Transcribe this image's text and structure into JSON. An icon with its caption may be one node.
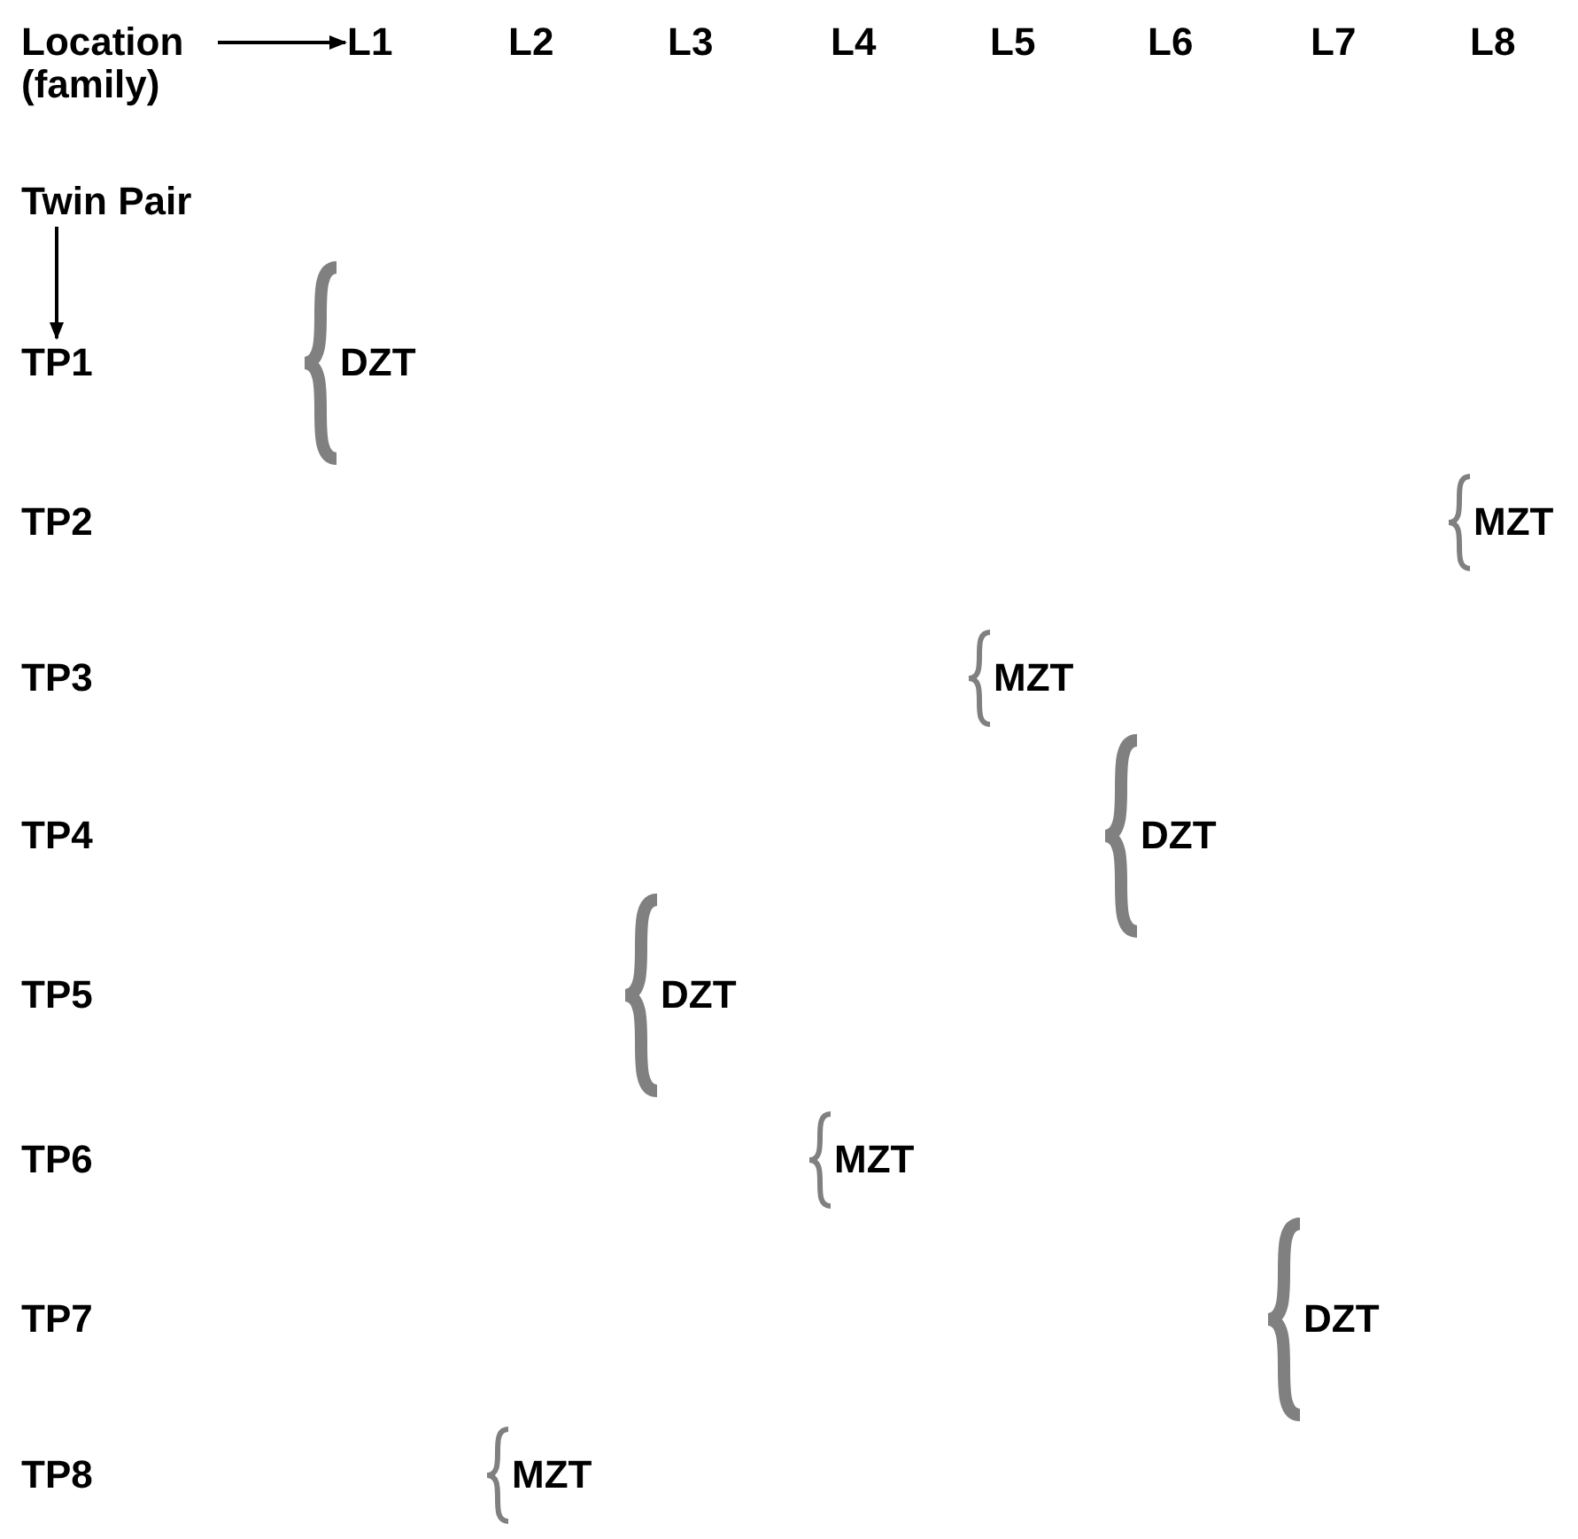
{
  "diagram": {
    "nodes": [
      {
        "text": [
          "Location (family)"
        ]
      },
      {
        "text": [
          "L1"
        ]
      },
      {
        "text": [
          "L2"
        ]
      },
      {
        "text": [
          "L3"
        ]
      },
      {
        "text": [
          "L4"
        ]
      },
      {
        "text": [
          "L5"
        ]
      },
      {
        "text": [
          "L6"
        ]
      },
      {
        "text": [
          "L7"
        ]
      },
      {
        "text": [
          "L8"
        ]
      },
      {
        "text": [
          "Twin Pair"
        ]
      },
      {
        "text": [
          "TP1"
        ]
      },
      {
        "text": [
          "TP2"
        ]
      },
      {
        "text": [
          "TP3"
        ]
      },
      {
        "text": [
          "TP4"
        ]
      },
      {
        "text": [
          "TP5"
        ]
      },
      {
        "text": [
          "TP6"
        ]
      },
      {
        "text": [
          "TP7"
        ]
      },
      {
        "text": [
          "TP8"
        ]
      }
    ],
    "edges": [
      {
        "from": 0,
        "to": 1,
        "arrow": "to"
      },
      {
        "from": 9,
        "to": 10,
        "arrow": "to"
      }
    ],
    "labels": [
      "DZT",
      "MZT",
      "MZT",
      "DZT",
      "DZT",
      "MZT",
      "DZT",
      "MZT"
    ]
  }
}
